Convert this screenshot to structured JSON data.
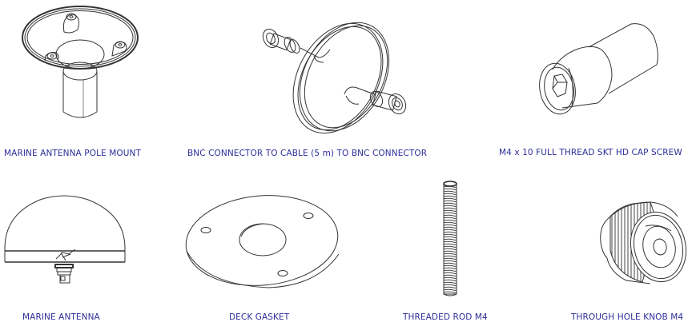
{
  "parts_sheet": {
    "caption_color": "#2e2e9a",
    "line_color": "#333333",
    "items": [
      {
        "id": "pole-mount",
        "label": "MARINE ANTENNA POLE MOUNT",
        "icon": "pole-mount-drawing"
      },
      {
        "id": "bnc-cable",
        "label": "BNC CONNECTOR TO CABLE (5 m) TO BNC CONNECTOR",
        "icon": "coiled-cable-drawing"
      },
      {
        "id": "cap-screw",
        "label": "M4 x 10 FULL THREAD SKT HD CAP SCREW",
        "icon": "socket-cap-screw-drawing"
      },
      {
        "id": "antenna",
        "label": "MARINE ANTENNA",
        "icon": "dome-antenna-drawing"
      },
      {
        "id": "deck-gasket",
        "label": "DECK GASKET",
        "icon": "gasket-drawing"
      },
      {
        "id": "threaded-rod",
        "label": "THREADED ROD M4",
        "icon": "threaded-rod-drawing"
      },
      {
        "id": "knob",
        "label": "THROUGH HOLE KNOB M4",
        "icon": "knurled-knob-drawing"
      }
    ]
  }
}
